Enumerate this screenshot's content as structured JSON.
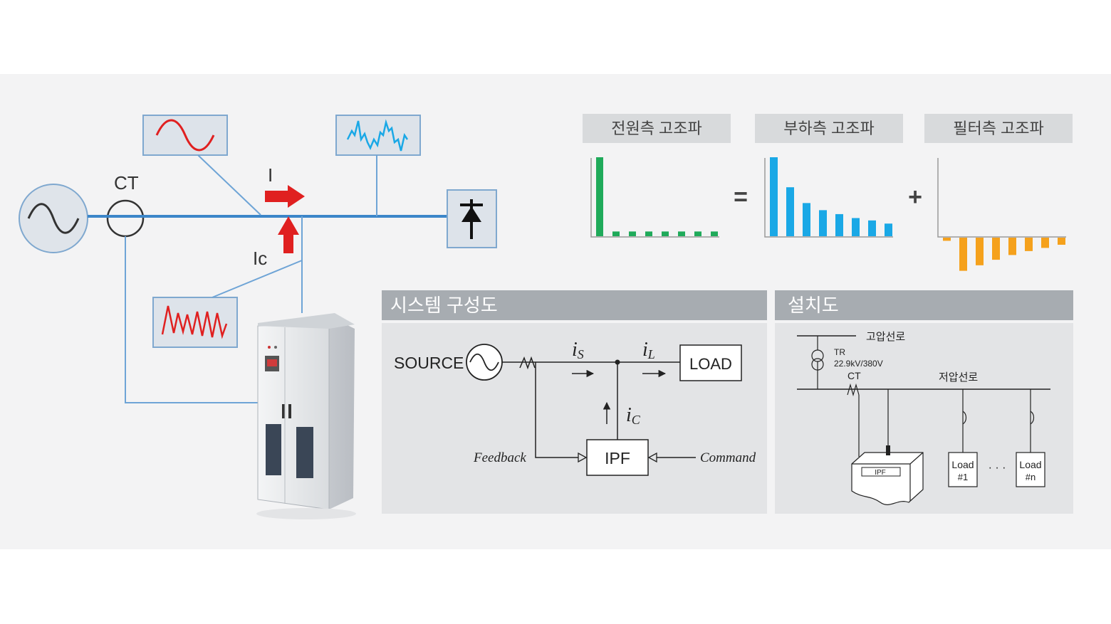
{
  "left_diagram": {
    "ct_label": "CT",
    "current_label": "I",
    "ic_label": "Ic"
  },
  "harmonics": {
    "source_title": "전원측 고조파",
    "load_title": "부하측 고조파",
    "filter_title": "필터측 고조파",
    "equals": "=",
    "plus": "+",
    "source_values": [
      1.0,
      0.06,
      0.06,
      0.06,
      0.06,
      0.06,
      0.06,
      0.06
    ],
    "load_values": [
      1.0,
      0.62,
      0.42,
      0.33,
      0.28,
      0.23,
      0.2,
      0.16
    ],
    "filter_values": [
      -0.04,
      -0.42,
      -0.35,
      -0.28,
      -0.22,
      -0.17,
      -0.13,
      -0.09
    ],
    "colors": {
      "source": "#1faa5a",
      "load": "#1aa8e6",
      "filter": "#f5a11c"
    }
  },
  "system": {
    "title": "시스템 구성도",
    "source": "SOURCE",
    "load": "LOAD",
    "ipf": "IPF",
    "is": "i",
    "is_sub": "S",
    "il": "i",
    "il_sub": "L",
    "ic": "i",
    "ic_sub": "C",
    "feedback": "Feedback",
    "command": "Command"
  },
  "install": {
    "title": "설치도",
    "hv_line": "고압선로",
    "tr": "TR",
    "tr_rating": "22.9kV/380V",
    "ct": "CT",
    "lv_line": "저압선로",
    "ipf": "IPF",
    "load1_a": "Load",
    "load1_b": "#1",
    "dots": "· · ·",
    "loadn_a": "Load",
    "loadn_b": "#n"
  }
}
